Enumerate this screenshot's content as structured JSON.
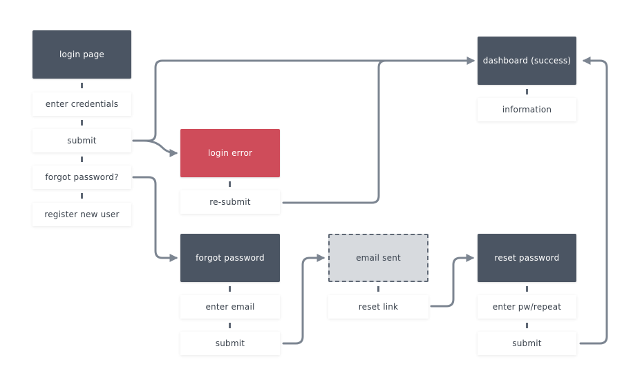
{
  "nodes": {
    "login_page": "login page",
    "enter_credentials": "enter credentials",
    "submit_login": "submit",
    "forgot_password_link": "forgot password?",
    "register_new_user": "register new user",
    "login_error": "login error",
    "re_submit": "re-submit",
    "dashboard": "dashboard (success)",
    "information": "information",
    "forgot_password": "forgot password",
    "enter_email": "enter email",
    "submit_email": "submit",
    "email_sent": "email sent",
    "reset_link": "reset link",
    "reset_password": "reset password",
    "enter_pw_repeat": "enter pw/repeat",
    "submit_reset": "submit"
  },
  "colors": {
    "dark_node": "#4b5563",
    "error_node": "#cf4c5a",
    "sent_node": "#d7dade",
    "connector": "#7c8591"
  }
}
